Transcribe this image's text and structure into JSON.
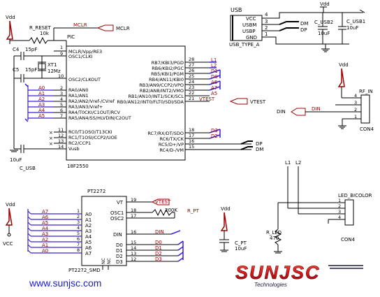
{
  "colors": {
    "wire": "#000000",
    "net": "#a00000",
    "bus": "#3a1fd6",
    "brand": "#d8141b",
    "brand_dark": "#1b1b3a"
  },
  "usb": {
    "title": "USB",
    "vdd": "Vdd",
    "pins": [
      "VCC",
      "USBM",
      "USBP",
      "GND"
    ],
    "pin_numbers": [
      "4",
      "3",
      "2",
      "1"
    ],
    "nets": [
      "DM",
      "DP"
    ],
    "c_usb2": "C_USB2",
    "c_usb2_val": "10uF",
    "c_usb1": "C_USB1",
    "c_usb1_val": "10uF",
    "type": "USB_TYPE_A"
  },
  "pic": {
    "vdd": "Vdd",
    "r_reset": "R_RESET",
    "r_reset_val": "10k",
    "mclr_net": "MCLR",
    "mclr_out": "MCLR",
    "name": "PIC",
    "part": "18F2550",
    "left_pins": [
      {
        "num": "1",
        "label": "MCLR/Vpp/RE3"
      },
      {
        "num": "9",
        "label": "OSC1/CLKI"
      },
      {
        "num": "10",
        "label": "OSC2/CLKOUT"
      },
      {
        "num": "2",
        "label": "RA0/AN0"
      },
      {
        "num": "3",
        "label": "RA1/AN1"
      },
      {
        "num": "4",
        "label": "RA2/AN2/Vref-/CVref"
      },
      {
        "num": "5",
        "label": "RA3/AN3/Vref+"
      },
      {
        "num": "6",
        "label": "RA4/T0CKI/C1OUT/RCV"
      },
      {
        "num": "7",
        "label": "RA5/AN4/SS/HLVDIN/C2OUT"
      },
      {
        "num": "11",
        "label": "RC0/T1OSO/T13CKI"
      },
      {
        "num": "12",
        "label": "RC1/T1OSI/CCP2/UOE"
      },
      {
        "num": "13",
        "label": "RC2/CCP1"
      },
      {
        "num": "14",
        "label": "Vusb"
      }
    ],
    "right_pins": [
      {
        "num": "28",
        "label": "RB7/KBI3/PGD",
        "net": "L1"
      },
      {
        "num": "27",
        "label": "RB6/KBI2/PGC",
        "net": "L2"
      },
      {
        "num": "26",
        "label": "RB5/KBI1/PGM",
        "net": "D1"
      },
      {
        "num": "25",
        "label": "RB4/AN11/KBI0",
        "net": "D0"
      },
      {
        "num": "24",
        "label": "RB3/AN9/CCP2/VPO",
        "net": "A6"
      },
      {
        "num": "23",
        "label": "RB2/AN8/INT2/VMO",
        "net": "A7"
      },
      {
        "num": "22",
        "label": "RB1/AN10/INT1/SCK/SCL",
        "net": "A5"
      },
      {
        "num": "21",
        "label": "RB0/AN12/INT0/FLT0/SDI/SDA",
        "net": "VTEST"
      },
      {
        "num": "18",
        "label": "RC7/RX/DT/SDO",
        "net": "D3"
      },
      {
        "num": "17",
        "label": "RC6/TX/CK",
        "net": "D2"
      },
      {
        "num": "16",
        "label": "RC5/D+/VP",
        "net": "DP"
      },
      {
        "num": "15",
        "label": "RC4/D-/VM",
        "net": "DM"
      }
    ],
    "ra_nets": [
      "A0",
      "A1",
      "A2",
      "A3",
      "A4",
      "A5"
    ],
    "vtest_out": "VTEST",
    "c4": "C4",
    "c4_val": "15pF",
    "c5": "C5",
    "c5_val": "15pF",
    "xtal": "XT1",
    "xtal_val": "12Mz",
    "c_usb": "C_USB",
    "c_usb_val": "10uF"
  },
  "rf": {
    "vdd": "Vdd",
    "title": "RF_IN",
    "din_label": "DIN",
    "din_net": "DIN",
    "pins": [
      "4",
      "3",
      "2",
      "1"
    ],
    "con": "CON4"
  },
  "pt": {
    "title": "PT2272",
    "part": "PT2272_SMD",
    "left_pins": [
      {
        "num": "1",
        "label": "A0",
        "net": "A7"
      },
      {
        "num": "2",
        "label": "A1",
        "net": "A6"
      },
      {
        "num": "3",
        "label": "A2",
        "net": "A5"
      },
      {
        "num": "4",
        "label": "A3",
        "net": "A4"
      },
      {
        "num": "5",
        "label": "A4",
        "net": "A3"
      },
      {
        "num": "6",
        "label": "A5",
        "net": "A2"
      },
      {
        "num": "7",
        "label": "A6",
        "net": "A1"
      },
      {
        "num": "8",
        "label": "A7",
        "net": "A0"
      }
    ],
    "right_pins": [
      {
        "num": "19",
        "label": "VT",
        "net": "VTEST"
      },
      {
        "num": "18",
        "label": "OSC1",
        "net": ""
      },
      {
        "num": "17",
        "label": "OSC2",
        "net": ""
      },
      {
        "num": "16",
        "label": "DIN",
        "net": "DIN"
      },
      {
        "num": "15",
        "label": "D0",
        "net": "D0"
      },
      {
        "num": "14",
        "label": "D1",
        "net": "D1"
      },
      {
        "num": "13",
        "label": "D2",
        "net": "D2"
      },
      {
        "num": "12",
        "label": "D3",
        "net": "D3"
      }
    ],
    "nc1": "NC",
    "nc2": "NC",
    "r_pt": "R_PT",
    "r_pt_val": "200K",
    "vdd": "Vdd",
    "vcc": "VCC"
  },
  "cpt": {
    "vdd": "Vdd",
    "name": "C_PT",
    "val": "10uF"
  },
  "led": {
    "l1": "L1",
    "l2": "L2",
    "title": "LED_BICOLOR",
    "pins": [
      "1",
      "2",
      "3",
      "4"
    ],
    "con": "CON4",
    "r": "R_LED",
    "r_val": "470"
  },
  "logo": {
    "brand": "SUNJSC",
    "sub": "Technologies"
  },
  "website": "www.sunjsc.com"
}
